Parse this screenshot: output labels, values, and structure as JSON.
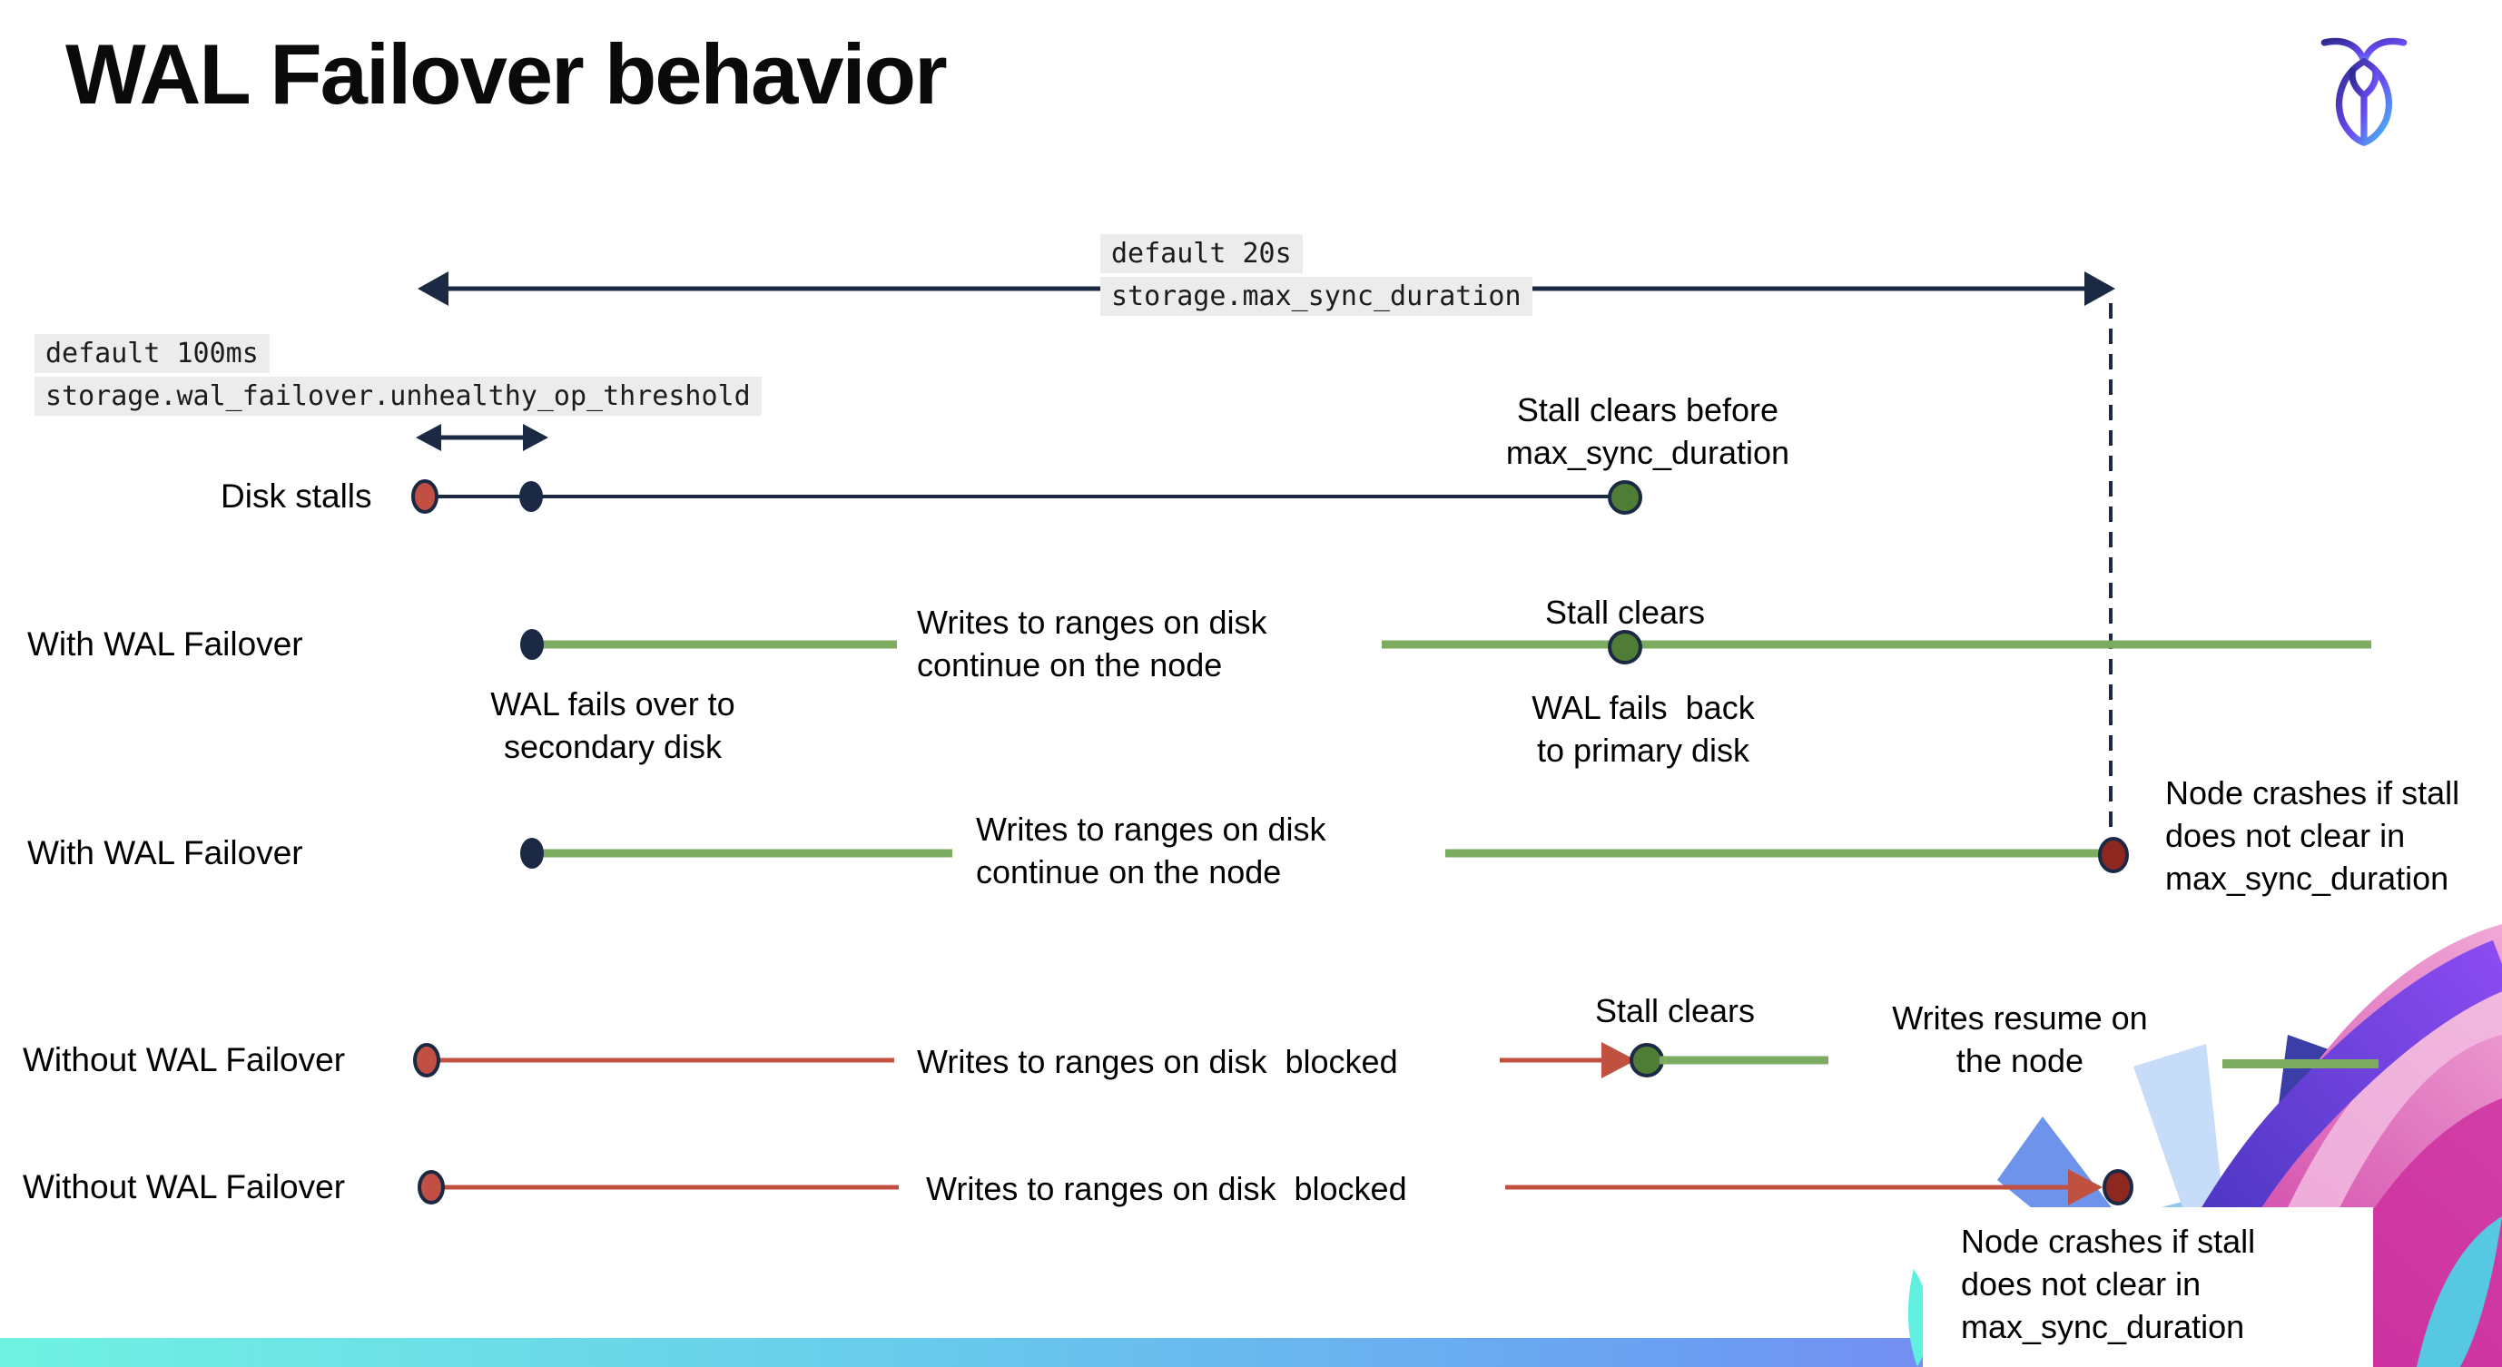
{
  "title": "WAL Failover behavior",
  "logo": {
    "name": "cockroachdb-logo"
  },
  "code_labels": {
    "max_sync_default": "default 20s",
    "max_sync_setting": "storage.max_sync_duration",
    "threshold_default": "default 100ms",
    "threshold_setting": "storage.wal_failover.unhealthy_op_threshold"
  },
  "rows": {
    "disk_stalls": {
      "label": "Disk stalls",
      "stall_clears_note": "Stall clears before\nmax_sync_duration"
    },
    "failover1": {
      "label": "With WAL Failover",
      "fails_over_note": "WAL fails over to\nsecondary disk",
      "writes_note": "Writes to ranges on disk\ncontinue on the node",
      "stall_clears_note": "Stall clears",
      "fails_back_note": "WAL fails  back\nto primary disk"
    },
    "failover2": {
      "label": "With WAL Failover",
      "writes_note": "Writes to ranges on disk\ncontinue on the node",
      "crash_note": "Node crashes if stall\ndoes not clear in\nmax_sync_duration"
    },
    "no_failover1": {
      "label": "Without WAL Failover",
      "writes_note": "Writes to ranges on disk  blocked",
      "stall_clears_note": "Stall clears",
      "resume_note": "Writes resume on\nthe node"
    },
    "no_failover2": {
      "label": "Without WAL Failover",
      "writes_note": "Writes to ranges on disk  blocked",
      "crash_note": "Node crashes if stall\ndoes not clear in\nmax_sync_duration"
    }
  },
  "colors": {
    "navy": "#1c2945",
    "green_line": "#7cac5f",
    "green_dot": "#4f7d35",
    "red_line": "#c0503f",
    "red_dot": "#c14f44",
    "dark_red_dot": "#8f2721",
    "code_background": "#ececec",
    "bar_gradient_start": "#70f2e2",
    "bar_gradient_end": "#9a6cf2"
  }
}
